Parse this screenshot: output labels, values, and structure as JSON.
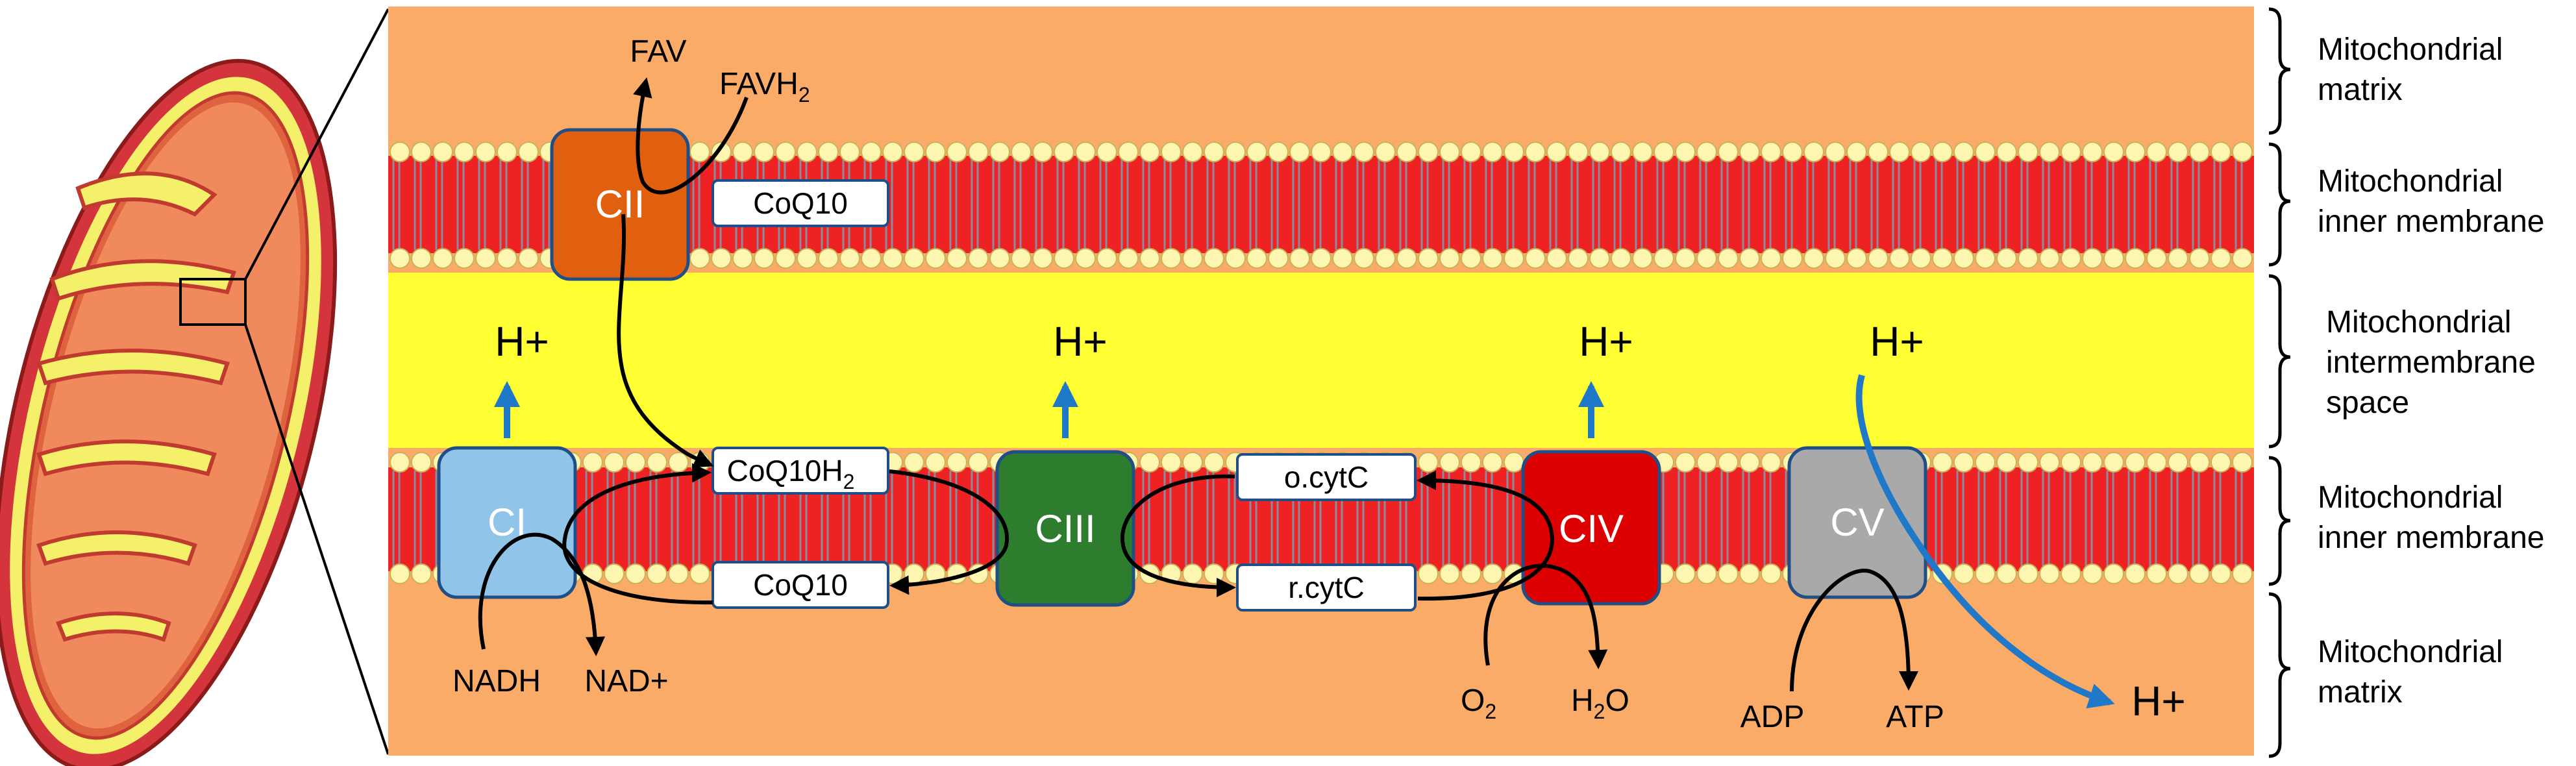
{
  "labels": {
    "fav": "FAV",
    "favh2_main": "FAVH",
    "favh2_sub": "2",
    "hplus": "H+",
    "nadh": "NADH",
    "nadplus": "NAD+",
    "o2_main": "O",
    "o2_sub": "2",
    "h2o_pre": "H",
    "h2o_sub": "2",
    "h2o_post": "O",
    "adp": "ADP",
    "atp": "ATP"
  },
  "complexes": {
    "cii": {
      "label": "CII",
      "color": "#e06010"
    },
    "ci": {
      "label": "CI",
      "color": "#90c4e8"
    },
    "ciii": {
      "label": "CIII",
      "color": "#2e7d2e"
    },
    "civ": {
      "label": "CIV",
      "color": "#dd0000"
    },
    "cv": {
      "label": "CV",
      "color": "#a9a9a9"
    }
  },
  "carriers": {
    "coq10_top": "CoQ10",
    "coq10h2_main": "CoQ10H",
    "coq10h2_sub": "2",
    "coq10_bottom": "CoQ10",
    "ocytc": "o.cytC",
    "rcytc": "r.cytC"
  },
  "regions": {
    "matrix_top": [
      "Mitochondrial",
      "matrix"
    ],
    "inner_top": [
      "Mitochondrial",
      "inner membrane"
    ],
    "intermembrane": [
      "Mitochondrial",
      "intermembrane",
      "space"
    ],
    "inner_bottom": [
      "Mitochondrial",
      "inner membrane"
    ],
    "matrix_bottom": [
      "Mitochondrial",
      "matrix"
    ]
  },
  "colors": {
    "matrix": "#fbab68",
    "membrane_red": "#ee2222",
    "lipid_head": "#fdf6b0",
    "intermembrane": "#ffff33",
    "proton_arrow": "#1f78c8",
    "box_border": "#1f4f86"
  }
}
